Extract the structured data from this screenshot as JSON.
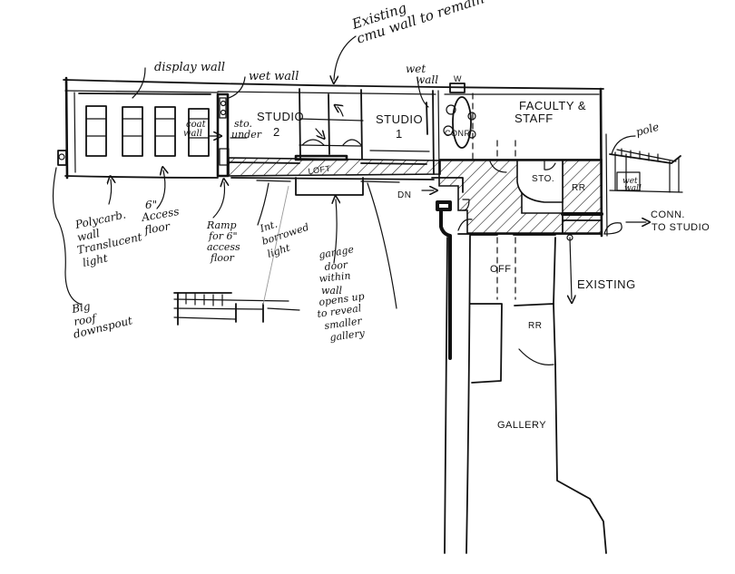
{
  "drawing": {
    "type": "hand-drawn architectural floor plan sketch",
    "ink_color": "#111111",
    "paper_color": "#ffffff"
  },
  "rooms": {
    "studio_2": {
      "line1": "STUDIO",
      "line2": "2"
    },
    "studio_1": {
      "line1": "STUDIO",
      "line2": "1"
    },
    "faculty": {
      "line1": "FACULTY &",
      "line2": "STAFF"
    },
    "conf": "CONF",
    "sto_upper": "sto.",
    "sto_under": "under",
    "sto_lower": "STO.",
    "rr_upper": "RR",
    "rr_lower": "RR",
    "off": "OFF",
    "gallery": "GALLERY",
    "loft": "LOFT",
    "wet_wall_small": {
      "line1": "wet",
      "line2": "wall"
    },
    "window_mark": "W",
    "down_mark": "DN"
  },
  "annotations": {
    "existing_cmu": {
      "line1": "Existing",
      "line2": "cmu wall to remain"
    },
    "display_wall": "display wall",
    "wet_wall_left": "wet wall",
    "wet_wall_right": {
      "line1": "wet",
      "line2": "wall"
    },
    "coat_wall": {
      "line1": "coat",
      "line2": "wall"
    },
    "polycarb": {
      "lines": [
        "Polycarb.",
        "wall",
        "Translucent",
        "light"
      ]
    },
    "access_floor": {
      "lines": [
        "6\"",
        "Access",
        "floor"
      ]
    },
    "ramp": {
      "lines": [
        "Ramp",
        "for 6\"",
        "access",
        "floor"
      ]
    },
    "borrowed_light": {
      "lines": [
        "Int.",
        "borrowed",
        "light"
      ]
    },
    "garage_door": {
      "lines": [
        "garage",
        "door",
        "within",
        "wall",
        "opens up",
        "to reveal",
        "smaller",
        "gallery"
      ]
    },
    "big_roof": {
      "lines": [
        "Big",
        "roof",
        "downspout"
      ]
    },
    "pole": "pole",
    "conn_studio": {
      "line1": "CONN.",
      "line2": "TO STUDIO"
    },
    "existing": "EXISTING"
  }
}
